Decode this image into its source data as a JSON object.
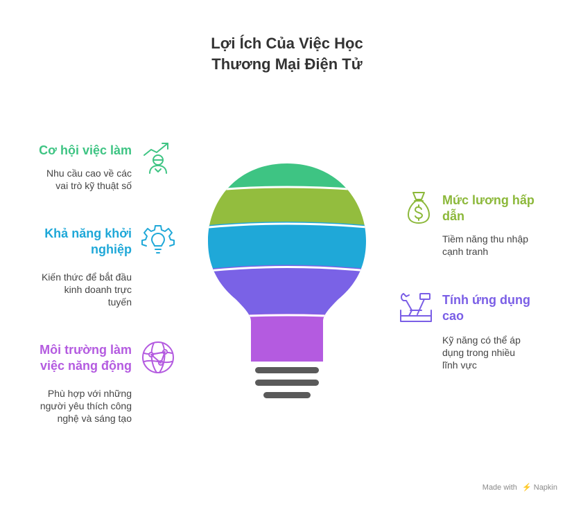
{
  "title": {
    "line1": "Lợi Ích Của Việc Học",
    "line2": "Thương Mại Điện Tử"
  },
  "items": [
    {
      "title": "Cơ hội việc làm",
      "desc": [
        "Nhu cầu cao về các",
        "vai trò kỹ thuật số"
      ],
      "color": "#3ec483",
      "icon": "career-growth-icon"
    },
    {
      "title": [
        "Khả năng khởi",
        "nghiệp"
      ],
      "desc": [
        "Kiến thức để bắt đầu",
        "kinh doanh trực",
        "tuyến"
      ],
      "color": "#1fa8d8",
      "icon": "gear-bulb-icon"
    },
    {
      "title": [
        "Môi trường làm",
        "việc năng động"
      ],
      "desc": [
        "Phù hợp với những",
        "người yêu thích công",
        "nghệ và sáng tạo"
      ],
      "color": "#b45be0",
      "icon": "network-globe-icon"
    },
    {
      "title": [
        "Mức lương hấp",
        "dẫn"
      ],
      "desc": [
        "Tiềm năng thu nhập",
        "cạnh tranh"
      ],
      "color": "#8cb83a",
      "icon": "money-bag-icon"
    },
    {
      "title": [
        "Tính ứng dụng",
        "cao"
      ],
      "desc": [
        "Kỹ năng có thể áp",
        "dụng trong nhiều",
        "lĩnh vực"
      ],
      "color": "#7a5ee6",
      "icon": "tools-icon"
    }
  ],
  "bulb_colors": {
    "band1": "#3ec483",
    "band2": "#93bd3e",
    "band3": "#1fa8d8",
    "band4": "#7a62e6",
    "band5": "#b45be0",
    "base": "#5a5a5a"
  },
  "footer": {
    "made_with": "Made with",
    "brand": "Napkin"
  }
}
